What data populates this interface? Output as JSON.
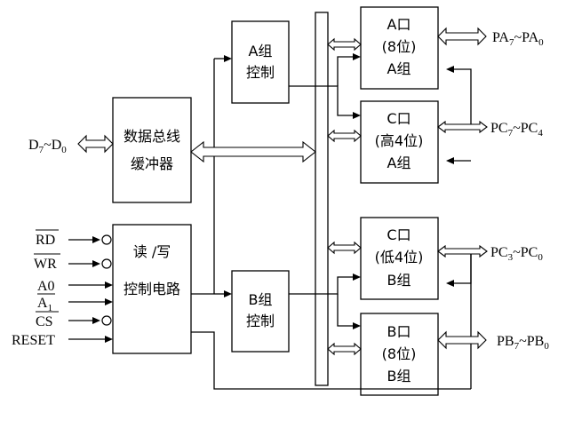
{
  "blocks": {
    "buffer": {
      "line1": "数据总线",
      "line2": "缓冲器"
    },
    "rw_control": {
      "line1": "读 /写",
      "line2": "控制电路"
    },
    "group_a_control": {
      "line1": "A组",
      "line2": "控制"
    },
    "group_b_control": {
      "line1": "B组",
      "line2": "控制"
    },
    "port_a": {
      "line1": "A口",
      "line2": "(8位)",
      "line3": "A组"
    },
    "port_c_upper": {
      "line1": "C口",
      "line2": "(高4位)",
      "line3": "A组"
    },
    "port_c_lower": {
      "line1": "C口",
      "line2": "(低4位)",
      "line3": "B组"
    },
    "port_b": {
      "line1": "B口",
      "line2": "(8位)",
      "line3": "B组"
    }
  },
  "signals": {
    "data_bus": {
      "main": "D",
      "sub1": "7",
      "mid": "~D",
      "sub2": "0"
    },
    "rd": "RD",
    "wr": "WR",
    "a0": "A0",
    "a1": {
      "main": "A",
      "sub": "1"
    },
    "cs": "CS",
    "reset": "RESET"
  },
  "outputs": {
    "pa": {
      "p1": "PA",
      "s1": "7",
      "mid": "~PA",
      "s2": "0"
    },
    "pc_upper": {
      "p1": "PC",
      "s1": "7",
      "mid": "~PC",
      "s2": "4"
    },
    "pc_lower": {
      "p1": "PC",
      "s1": "3",
      "mid": "~PC",
      "s2": "0"
    },
    "pb": {
      "p1": "PB",
      "s1": "7",
      "mid": "~PB",
      "s2": "0"
    }
  }
}
